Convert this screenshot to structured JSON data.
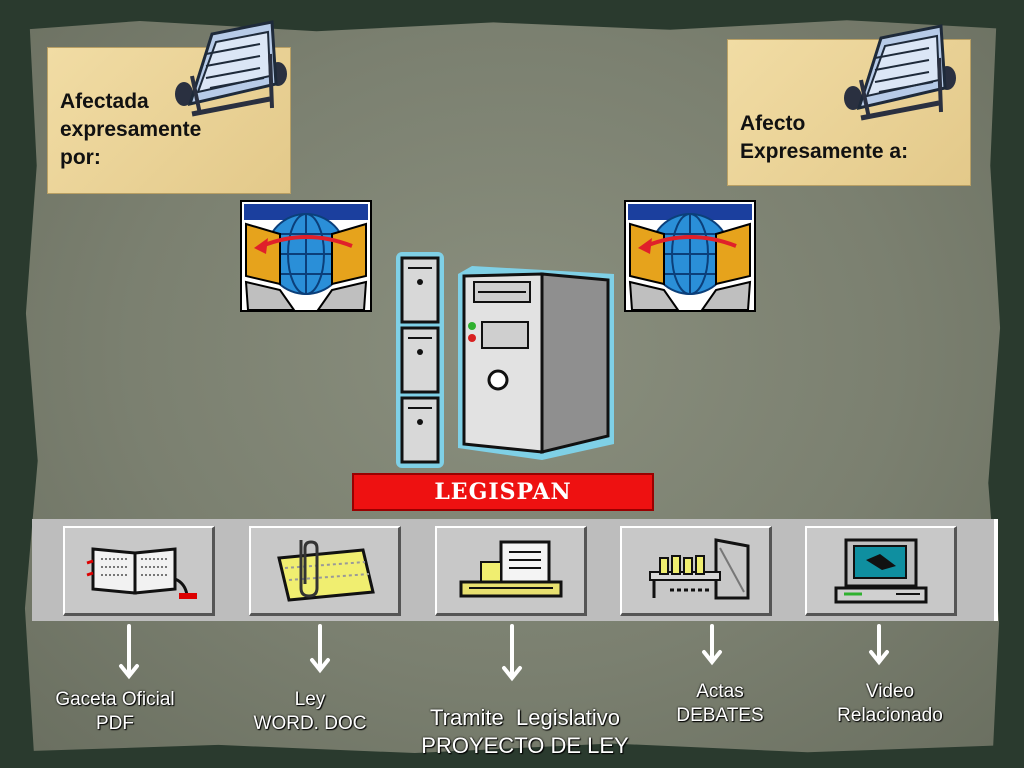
{
  "top_left_card": {
    "label": "Afectada\nexpresamente\npor:",
    "icon": "rolodex-icon"
  },
  "top_right_card": {
    "label": "Afecto\nExpresamente a:",
    "icon": "rolodex-icon"
  },
  "center": {
    "label": "LEGISPAN",
    "icon": "server-icon"
  },
  "toolbar": {
    "buttons": [
      {
        "icon": "reading-book-icon",
        "label_line1": "Gaceta Oficial",
        "label_line2": "PDF"
      },
      {
        "icon": "paperclip-folder-icon",
        "label_line1": "Ley",
        "label_line2": "WORD. DOC"
      },
      {
        "icon": "document-tray-icon",
        "label_line1": "Tramite  Legislativo",
        "label_line2": "PROYECTO DE LEY"
      },
      {
        "icon": "file-cabinet-icon",
        "label_line1": "Actas",
        "label_line2": "DEBATES"
      },
      {
        "icon": "computer-video-icon",
        "label_line1": "Video",
        "label_line2": "Relacionado"
      }
    ]
  },
  "colors": {
    "legispan_red": "#ee1111",
    "card_tan": "#e9d297",
    "board": "#7b8070"
  }
}
